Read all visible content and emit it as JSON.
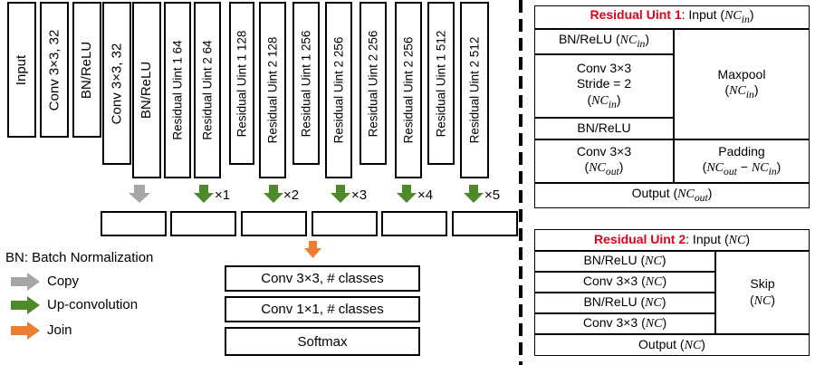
{
  "encoder_columns": [
    "Input",
    "Conv 3×3, 32",
    "BN/ReLU",
    "Conv 3×3, 32",
    "BN/ReLU",
    "Residual Uint 1  64",
    "Residual Uint 2  64",
    "Residual Uint 1  128",
    "Residual Uint 2  128",
    "Residual Uint 1  256",
    "Residual Uint 2  256",
    "Residual Uint 2  256",
    "Residual Uint 1  512",
    "Residual Uint 2  512"
  ],
  "decoder_multipliers": [
    "×1",
    "×2",
    "×3",
    "×4",
    "×5"
  ],
  "head_blocks": [
    "Conv 3×3, # classes",
    "Conv 1×1, # classes",
    "Softmax"
  ],
  "legend": {
    "bn": "BN:   Batch Normalization",
    "copy": "Copy",
    "upconv": "Up-convolution",
    "join": "Join"
  },
  "residual_unit_1": {
    "title_red": "Residual Uint 1",
    "title_rest": ": Input (",
    "title_var": "NC",
    "title_sub": "in",
    "bn_relu_1": "BN/ReLU (",
    "conv_stride_line1": "Conv 3×3",
    "conv_stride_line2": "Stride = 2",
    "bn_relu_2": "BN/ReLU",
    "conv_out": "Conv 3×3",
    "maxpool": "Maxpool",
    "padding": "Padding",
    "output": "Output ("
  },
  "residual_unit_2": {
    "title_red": "Residual Uint 2",
    "title_rest": ": Input (",
    "nc": "NC",
    "bn_relu": "BN/ReLU (",
    "conv": "Conv 3×3 (",
    "skip": "Skip",
    "output": "Output ("
  },
  "colors": {
    "copy_arrow": "#a6a6a6",
    "upconv_arrow": "#4e8a2c",
    "join_arrow": "#ed7d31",
    "title_red": "#e0001b"
  },
  "icons": [
    "copy-arrow-icon",
    "upconv-arrow-icon",
    "join-arrow-icon"
  ]
}
